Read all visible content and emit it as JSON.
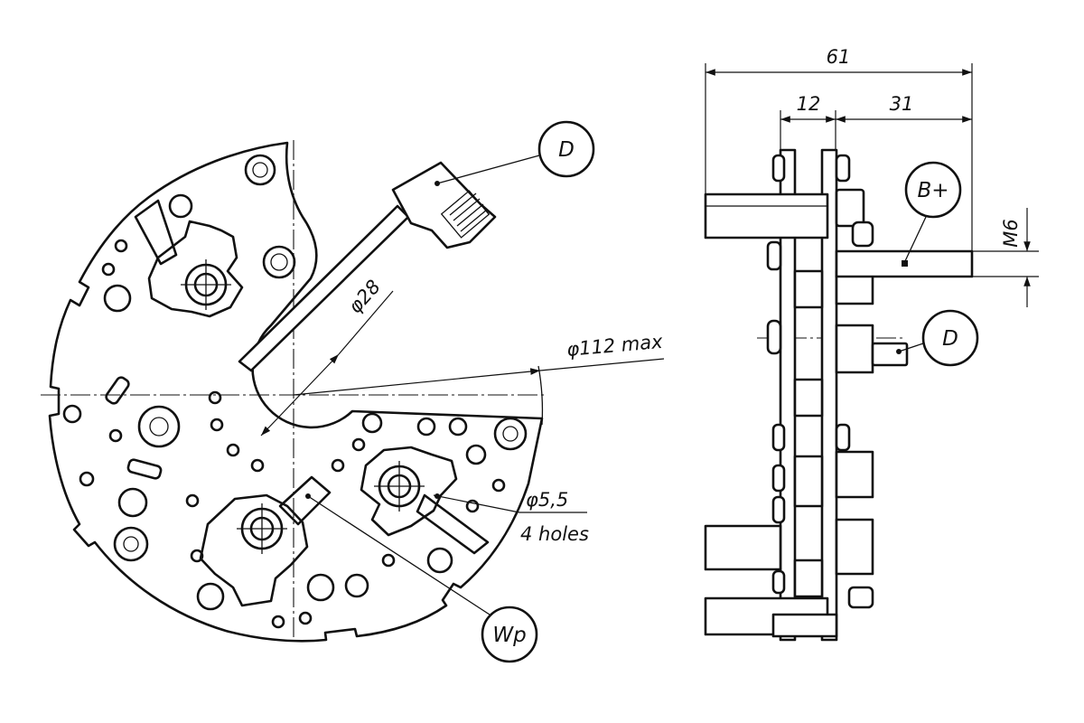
{
  "front_view": {
    "dim_inner_diameter": "φ28",
    "dim_outer_diameter": "φ112 max",
    "dim_hole_diameter": "φ5,5",
    "holes_note": "4 holes",
    "callout_d": "D",
    "callout_wp": "Wp"
  },
  "side_view": {
    "dim_total_length": "61",
    "dim_left_segment": "12",
    "dim_right_segment": "31",
    "dim_thread": "M6",
    "callout_b_plus": "B+",
    "callout_d": "D"
  }
}
